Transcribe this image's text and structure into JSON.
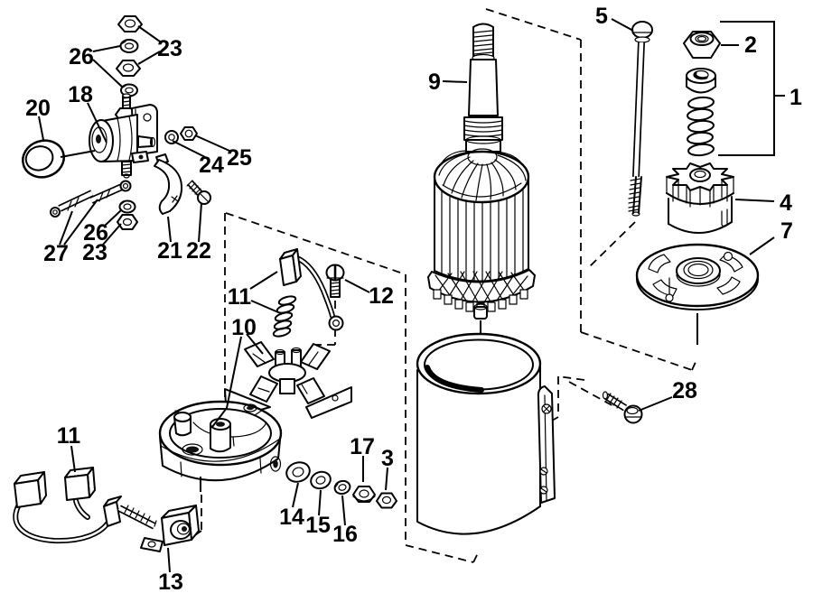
{
  "figure": {
    "background_color": "#ffffff",
    "line_color": "#000000"
  },
  "callouts": [
    {
      "label": "1"
    },
    {
      "label": "2"
    },
    {
      "label": "3"
    },
    {
      "label": "4"
    },
    {
      "label": "5"
    },
    {
      "label": "7"
    },
    {
      "label": "9"
    },
    {
      "label": "10"
    },
    {
      "label": "11"
    },
    {
      "label": "11"
    },
    {
      "label": "12"
    },
    {
      "label": "13"
    },
    {
      "label": "14"
    },
    {
      "label": "15"
    },
    {
      "label": "16"
    },
    {
      "label": "17"
    },
    {
      "label": "18"
    },
    {
      "label": "20"
    },
    {
      "label": "21"
    },
    {
      "label": "22"
    },
    {
      "label": "23"
    },
    {
      "label": "23"
    },
    {
      "label": "24"
    },
    {
      "label": "25"
    },
    {
      "label": "26"
    },
    {
      "label": "26"
    },
    {
      "label": "27"
    },
    {
      "label": "28"
    }
  ]
}
